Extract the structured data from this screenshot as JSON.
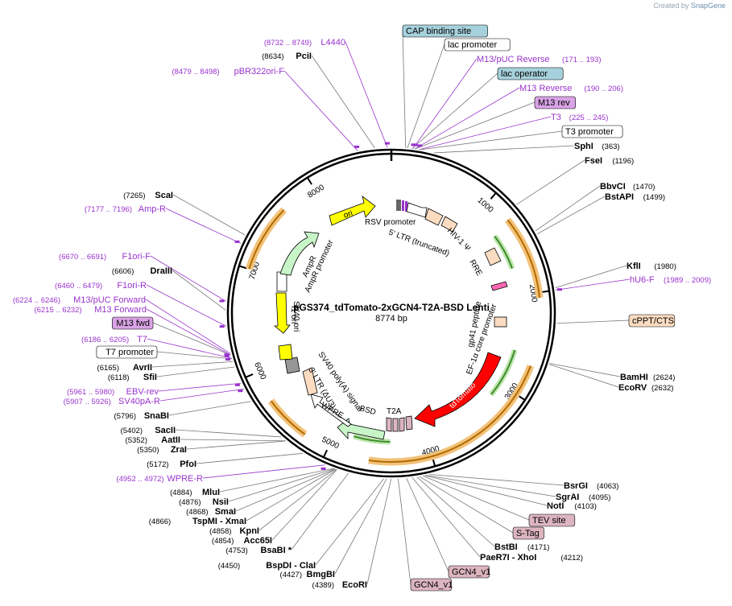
{
  "credit": {
    "prefix": "Created by",
    "brand": "SnapGene"
  },
  "plasmid": {
    "name": "pGS374_tdTomato-2xGCN4-T2A-BSD Lenti",
    "length_label": "8774 bp",
    "total_bp": 8774
  },
  "colors": {
    "restriction": "#000000",
    "primer": "#9933cc",
    "feature_outline": "#000000",
    "promoter_fill": "#ffffff",
    "cap_fill": "#a6d1dc",
    "lac_op_fill": "#a6d1dc",
    "m13_fill": "#d9a3e6",
    "tag_fill": "#dcb5c0",
    "cppt_fill": "#fbdcc0",
    "ori_fill": "#ffff00",
    "ampr_fill": "#c8f5c8",
    "tdtomato_fill": "#ff0000",
    "orf_fill": "#ffa500"
  },
  "ruler": [
    {
      "label": "1000",
      "bp": 1000
    },
    {
      "label": "2000",
      "bp": 2000
    },
    {
      "label": "3000",
      "bp": 3000
    },
    {
      "label": "4000",
      "bp": 4000
    },
    {
      "label": "5000",
      "bp": 5000
    },
    {
      "label": "6000",
      "bp": 6000
    },
    {
      "label": "7000",
      "bp": 7000
    },
    {
      "label": "8000",
      "bp": 8000
    }
  ],
  "labels": [
    {
      "id": "cap",
      "type": "box",
      "text": "CAP binding site",
      "fill": "#a6d1dc",
      "bp": 120
    },
    {
      "id": "lacp",
      "type": "box",
      "text": "lac promoter",
      "fill": "#ffffff",
      "bp": 135
    },
    {
      "id": "m13pucrev",
      "type": "primer",
      "text": "M13/pUC Reverse",
      "range": "(171 .. 193)",
      "bp": 182
    },
    {
      "id": "lacop",
      "type": "box",
      "text": "lac operator",
      "fill": "#a6d1dc",
      "bp": 175
    },
    {
      "id": "m13rev",
      "type": "primer",
      "text": "M13 Reverse",
      "range": "(190 .. 206)",
      "bp": 198
    },
    {
      "id": "m13revbox",
      "type": "box",
      "text": "M13 rev",
      "fill": "#d9a3e6",
      "bp": 198
    },
    {
      "id": "t3",
      "type": "primer",
      "text": "T3",
      "range": "(225 .. 245)",
      "bp": 235
    },
    {
      "id": "t3p",
      "type": "box",
      "text": "T3 promoter",
      "fill": "#ffffff",
      "bp": 240
    },
    {
      "id": "sphi",
      "type": "enzyme",
      "text": "SphI",
      "pos": "(363)",
      "bp": 363
    },
    {
      "id": "fsei",
      "type": "enzyme",
      "text": "FseI",
      "pos": "(1196)",
      "bp": 1196
    },
    {
      "id": "bbvci",
      "type": "enzyme",
      "text": "BbvCI",
      "pos": "(1470)",
      "bp": 1470
    },
    {
      "id": "bstapi",
      "type": "enzyme",
      "text": "BstAPI",
      "pos": "(1499)",
      "bp": 1499
    },
    {
      "id": "kfli",
      "type": "enzyme",
      "text": "KflI",
      "pos": "(1980)",
      "bp": 1980
    },
    {
      "id": "hu6f",
      "type": "primer",
      "text": "hU6-F",
      "range": "(1989 .. 2009)",
      "bp": 1999
    },
    {
      "id": "cppt",
      "type": "box",
      "text": "cPPT/CTS",
      "fill": "#fbdcc0",
      "bp": 2280
    },
    {
      "id": "bamhi",
      "type": "enzyme",
      "text": "BamHI",
      "pos": "(2624)",
      "bp": 2624
    },
    {
      "id": "ecorv",
      "type": "enzyme",
      "text": "EcoRV",
      "pos": "(2632)",
      "bp": 2632
    },
    {
      "id": "bsrgi",
      "type": "enzyme",
      "text": "BsrGI",
      "pos": "(4063)",
      "bp": 4063
    },
    {
      "id": "sgrai",
      "type": "enzyme",
      "text": "SgrAI",
      "pos": "(4095)",
      "bp": 4095
    },
    {
      "id": "noti",
      "type": "enzyme",
      "text": "NotI",
      "pos": "(4103)",
      "bp": 4103
    },
    {
      "id": "tev",
      "type": "box",
      "text": "TEV site",
      "fill": "#dcb5c0",
      "bp": 4120
    },
    {
      "id": "stag",
      "type": "box",
      "text": "S-Tag",
      "fill": "#dcb5c0",
      "bp": 4150
    },
    {
      "id": "bstbi",
      "type": "enzyme",
      "text": "BstBI",
      "pos": "(4171)",
      "bp": 4171
    },
    {
      "id": "paer7i",
      "type": "enzyme",
      "text": "PaeR7I  - XhoI",
      "pos": "(4212)",
      "bp": 4212
    },
    {
      "id": "gcn4a",
      "type": "box",
      "text": "GCN4_v1",
      "fill": "#dcb5c0",
      "bp": 4260
    },
    {
      "id": "gcn4b",
      "type": "box",
      "text": "GCN4_v1",
      "fill": "#dcb5c0",
      "bp": 4330
    },
    {
      "id": "ecori",
      "type": "enzyme",
      "text": "EcoRI",
      "pos": "(4389)",
      "bp": 4389
    },
    {
      "id": "bmgbi",
      "type": "enzyme",
      "text": "BmgBI",
      "pos": "(4427)",
      "bp": 4427
    },
    {
      "id": "bspdi",
      "type": "enzyme",
      "text": "BspDI  - ClaI",
      "pos": "(4450)",
      "bp": 4450
    },
    {
      "id": "bsabi",
      "type": "enzyme",
      "text": "BsaBI *",
      "pos": "(4753)",
      "bp": 4753
    },
    {
      "id": "acc65i",
      "type": "enzyme",
      "text": "Acc65I",
      "pos": "(4854)",
      "bp": 4854
    },
    {
      "id": "kpni",
      "type": "enzyme",
      "text": "KpnI",
      "pos": "(4858)",
      "bp": 4858
    },
    {
      "id": "tspmi",
      "type": "enzyme",
      "text": "TspMI  - XmaI",
      "pos": "(4866)",
      "bp": 4866
    },
    {
      "id": "smai",
      "type": "enzyme",
      "text": "SmaI",
      "pos": "(4868)",
      "bp": 4868
    },
    {
      "id": "nsii",
      "type": "enzyme",
      "text": "NsiI",
      "pos": "(4876)",
      "bp": 4876
    },
    {
      "id": "mlui",
      "type": "enzyme",
      "text": "MluI",
      "pos": "(4884)",
      "bp": 4884
    },
    {
      "id": "wprer",
      "type": "primer",
      "text": "WPRE-R",
      "range": "(4952 .. 4972)",
      "bp": 4962
    },
    {
      "id": "pfoi",
      "type": "enzyme",
      "text": "PfoI",
      "pos": "(5172)",
      "bp": 5172
    },
    {
      "id": "zrai",
      "type": "enzyme",
      "text": "ZraI",
      "pos": "(5350)",
      "bp": 5350
    },
    {
      "id": "aatii",
      "type": "enzyme",
      "text": "AatII",
      "pos": "(5352)",
      "bp": 5352
    },
    {
      "id": "sacii",
      "type": "enzyme",
      "text": "SacII",
      "pos": "(5402)",
      "bp": 5402
    },
    {
      "id": "snabi",
      "type": "enzyme",
      "text": "SnaBI",
      "pos": "(5796)",
      "bp": 5796
    },
    {
      "id": "sv40par",
      "type": "primer",
      "text": "SV40pA-R",
      "range": "(5907 .. 5926)",
      "bp": 5916
    },
    {
      "id": "ebvrev",
      "type": "primer",
      "text": "EBV-rev",
      "range": "(5961 .. 5980)",
      "bp": 5970
    },
    {
      "id": "sfii",
      "type": "enzyme",
      "text": "SfiI",
      "pos": "(6118)",
      "bp": 6118
    },
    {
      "id": "avrii",
      "type": "enzyme",
      "text": "AvrII",
      "pos": "(6165)",
      "bp": 6165
    },
    {
      "id": "t7p",
      "type": "box",
      "text": "T7 promoter",
      "fill": "#ffffff",
      "bp": 6190
    },
    {
      "id": "t7",
      "type": "primer",
      "text": "T7",
      "range": "(6186 .. 6205)",
      "bp": 6195
    },
    {
      "id": "m13fwdbox",
      "type": "box",
      "text": "M13 fwd",
      "fill": "#d9a3e6",
      "bp": 6222
    },
    {
      "id": "m13fwd",
      "type": "primer",
      "text": "M13 Forward",
      "range": "(6215 .. 6232)",
      "bp": 6223
    },
    {
      "id": "m13pucfwd",
      "type": "primer",
      "text": "M13/pUC Forward",
      "range": "(6224 .. 6246)",
      "bp": 6235
    },
    {
      "id": "f1orir",
      "type": "primer",
      "text": "F1ori-R",
      "range": "(6460 .. 6479)",
      "bp": 6470
    },
    {
      "id": "draiii",
      "type": "enzyme",
      "text": "DraIII",
      "pos": "(6606)",
      "bp": 6606
    },
    {
      "id": "f1orif",
      "type": "primer",
      "text": "F1ori-F",
      "range": "(6670 .. 6691)",
      "bp": 6680
    },
    {
      "id": "ampr",
      "type": "primer",
      "text": "Amp-R",
      "range": "(7177 .. 7196)",
      "bp": 7186
    },
    {
      "id": "scai",
      "type": "enzyme",
      "text": "ScaI",
      "pos": "(7265)",
      "bp": 7265
    },
    {
      "id": "pbr322f",
      "type": "primer",
      "text": "pBR322ori-F",
      "range": "(8479 .. 8498)",
      "bp": 8488
    },
    {
      "id": "pcii",
      "type": "enzyme",
      "text": "PciI",
      "pos": "(8634)",
      "bp": 8634
    },
    {
      "id": "l4440",
      "type": "primer",
      "text": "L4440",
      "range": "(8732 .. 8749)",
      "bp": 8740
    }
  ],
  "features": [
    {
      "id": "ori",
      "text": "ori",
      "fill": "#ffff00"
    },
    {
      "id": "rsvprom",
      "text": "RSV promoter",
      "fill": "#ffffff"
    },
    {
      "id": "ltr5",
      "text": "5' LTR (truncated)",
      "fill": "#fbdcc0"
    },
    {
      "id": "hiv1psi",
      "text": "HIV-1 Ψ",
      "fill": "#ffffff"
    },
    {
      "id": "rre",
      "text": "RRE",
      "fill": "#fbdcc0"
    },
    {
      "id": "gp41",
      "text": "gp41 peptide",
      "fill": "#ff69b4"
    },
    {
      "id": "ef1a",
      "text": "EF-1α core promoter",
      "fill": "#ffffff"
    },
    {
      "id": "tdtomato",
      "text": "tdTomato",
      "fill": "#ff0000"
    },
    {
      "id": "t2a",
      "text": "T2A",
      "fill": "#dcb5c0"
    },
    {
      "id": "bsd",
      "text": "BSD",
      "fill": "#c8f5c8"
    },
    {
      "id": "wpre",
      "text": "WPRE",
      "fill": "#ffffff"
    },
    {
      "id": "ltr3",
      "text": "3' LTR (ΔU3)",
      "fill": "#fbdcc0"
    },
    {
      "id": "sv40polya",
      "text": "SV40 poly(A) signal",
      "fill": "#969696"
    },
    {
      "id": "sv40ori",
      "text": "SV40 ori",
      "fill": "#ffff00"
    },
    {
      "id": "f1ori",
      "text": "f1 ori",
      "fill": "#ffff00"
    },
    {
      "id": "ampprom",
      "text": "AmpR promoter",
      "fill": "#ffffff"
    },
    {
      "id": "amprgene",
      "text": "AmpR",
      "fill": "#c8f5c8"
    }
  ]
}
